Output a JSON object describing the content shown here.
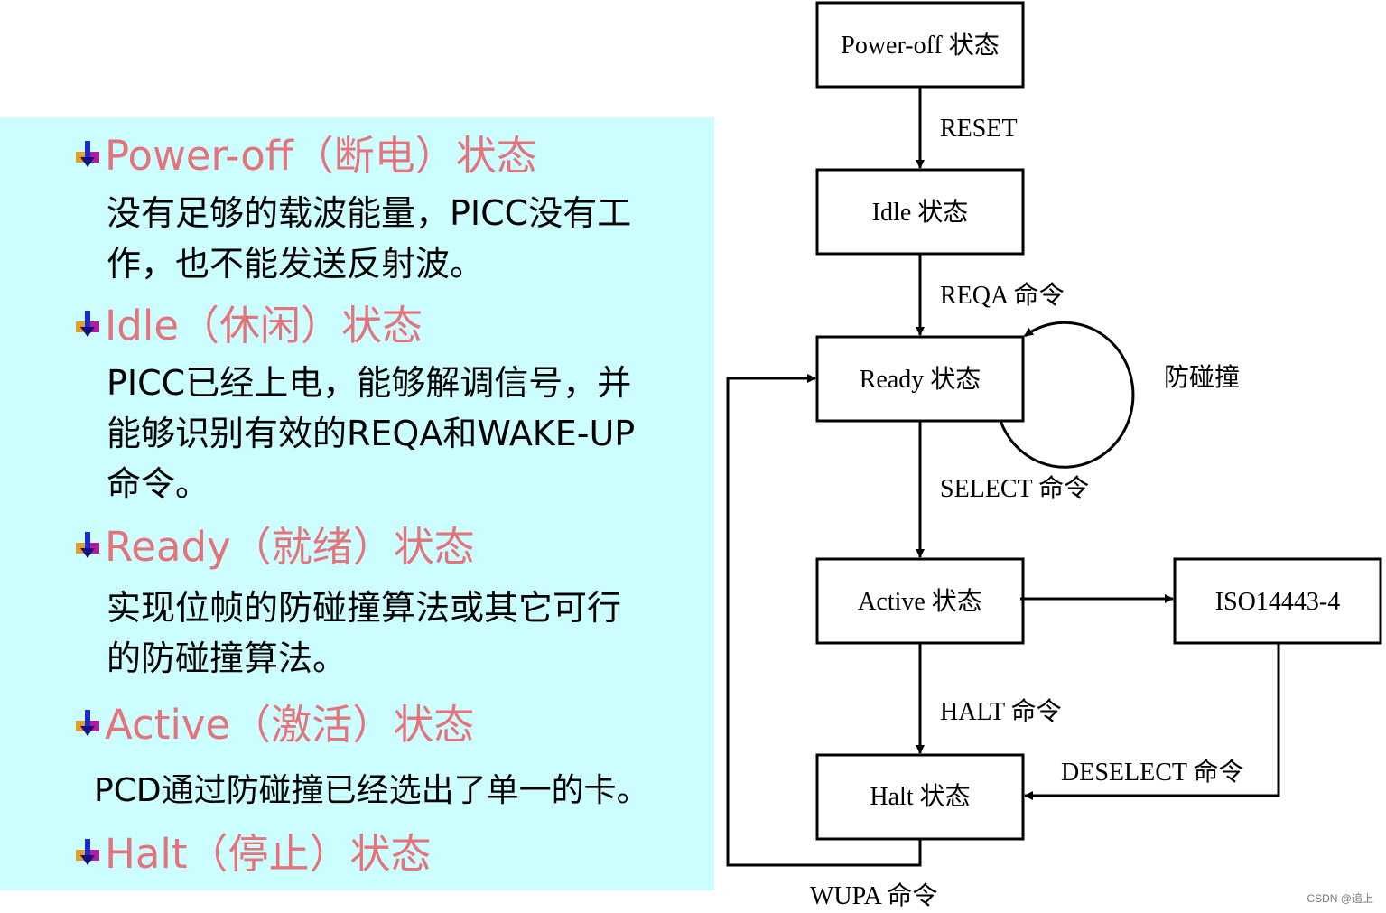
{
  "colors": {
    "panel_bg": "#ccfdff",
    "heading": "#e5737b",
    "text": "#000000",
    "diagram_line": "#000000"
  },
  "states_panel": {
    "power_off": {
      "heading": "Power-off（断电）状态",
      "desc": "没有足够的载波能量，PICC没有工\n作，也不能发送反射波。"
    },
    "idle": {
      "heading": "Idle（休闲）状态",
      "desc": "PICC已经上电，能够解调信号，并\n能够识别有效的REQA和WAKE-UP\n命令。"
    },
    "ready": {
      "heading": "Ready（就绪）状态",
      "desc": "实现位帧的防碰撞算法或其它可行\n的防碰撞算法。"
    },
    "active": {
      "heading": "Active（激活）状态",
      "desc": "PCD通过防碰撞已经选出了单一的卡。"
    },
    "halt": {
      "heading": "Halt（停止）状态"
    }
  },
  "diagram": {
    "boxes": {
      "power_off": "Power-off 状态",
      "idle": "Idle 状态",
      "ready": "Ready 状态",
      "active": "Active 状态",
      "iso": "ISO14443-4",
      "halt": "Halt 状态"
    },
    "transitions": {
      "reset": "RESET",
      "reqa": "REQA 命令",
      "anticollision": "防碰撞",
      "select": "SELECT 命令",
      "halt": "HALT 命令",
      "deselect": "DESELECT 命令",
      "wupa": "WUPA 命令"
    }
  },
  "watermark": "CSDN @追上"
}
